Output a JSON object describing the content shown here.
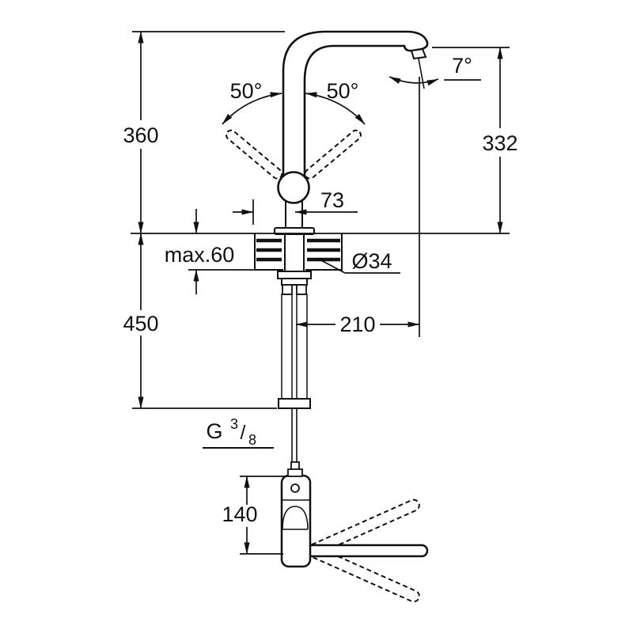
{
  "drawing": {
    "subject": "Kitchen faucet technical dimension drawing, front view and base side view",
    "background": "#ffffff",
    "line_color": "#111111"
  },
  "dims": {
    "height_above_deck": "360",
    "height_below_deck": "450",
    "spout_outlet_height": "332",
    "swivel_left": "50°",
    "swivel_right": "50°",
    "spout_tilt": "7°",
    "handle_offset": "73",
    "max_counter_thickness": "max.60",
    "mounting_hole_diameter": "Ø34",
    "spout_reach": "210",
    "base_depth": "140"
  },
  "thread": {
    "letter": "G",
    "numerator": "3",
    "slash": "/",
    "denominator": "8"
  }
}
